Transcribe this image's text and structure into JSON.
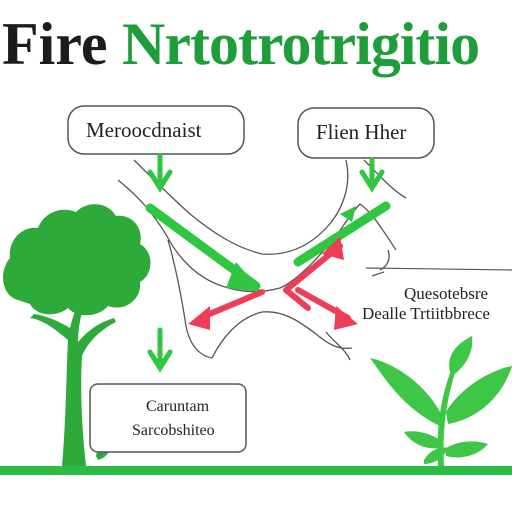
{
  "title": {
    "word1": "Fire",
    "word2": "Nrtotrotrigitio"
  },
  "boxes": {
    "top_left": "Meroocdnaist",
    "top_right": "Flien Hher",
    "right": [
      "Quesotebsre",
      "Dealle Trtiitbbrece"
    ],
    "bottom": [
      "Caruntam",
      "Sarcobshiteo"
    ]
  },
  "colors": {
    "title_dark": "#1c1c1c",
    "title_green": "#1d9e3a",
    "arrow_green": "#2fc73f",
    "arrow_red": "#ef3d57",
    "tree": "#2eaa3a",
    "leaf": "#3ec646",
    "ground": "#2bbd45",
    "outline": "#555555"
  }
}
